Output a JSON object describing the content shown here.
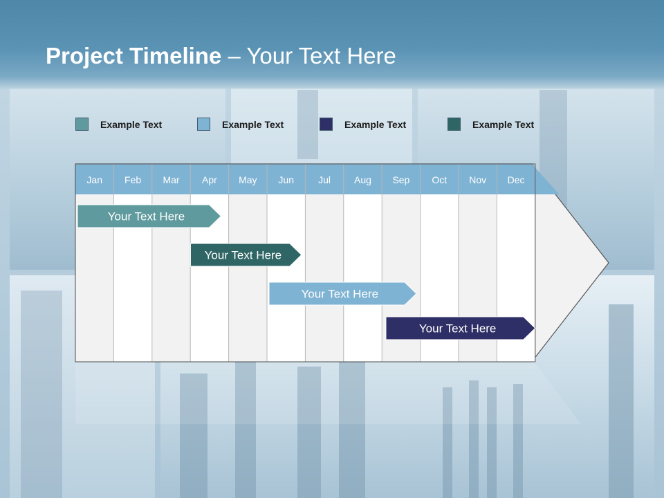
{
  "slide": {
    "title_bold": "Project Timeline",
    "title_rest": " – Your Text Here"
  },
  "legend": [
    {
      "label": "Example Text",
      "color": "#5f9a9e"
    },
    {
      "label": "Example Text",
      "color": "#7fb3d3"
    },
    {
      "label": "Example Text",
      "color": "#2e2f66"
    },
    {
      "label": "Example Text",
      "color": "#2f6565"
    }
  ],
  "timeline": {
    "months": [
      "Jan",
      "Feb",
      "Mar",
      "Apr",
      "May",
      "Jun",
      "Jul",
      "Aug",
      "Sep",
      "Oct",
      "Nov",
      "Dec"
    ],
    "header_color": "#7fb3d3",
    "tasks": [
      {
        "label": "Your  Text Here",
        "start": 0,
        "end": 3.8,
        "color": "#5f9a9e"
      },
      {
        "label": "Your  Text Here",
        "start": 2.95,
        "end": 5.9,
        "color": "#2f6565"
      },
      {
        "label": "Your  Text Here",
        "start": 5.0,
        "end": 8.9,
        "color": "#7fb3d3"
      },
      {
        "label": "Your  Text Here",
        "start": 8.05,
        "end": 12.0,
        "color": "#2e2f66"
      }
    ]
  }
}
